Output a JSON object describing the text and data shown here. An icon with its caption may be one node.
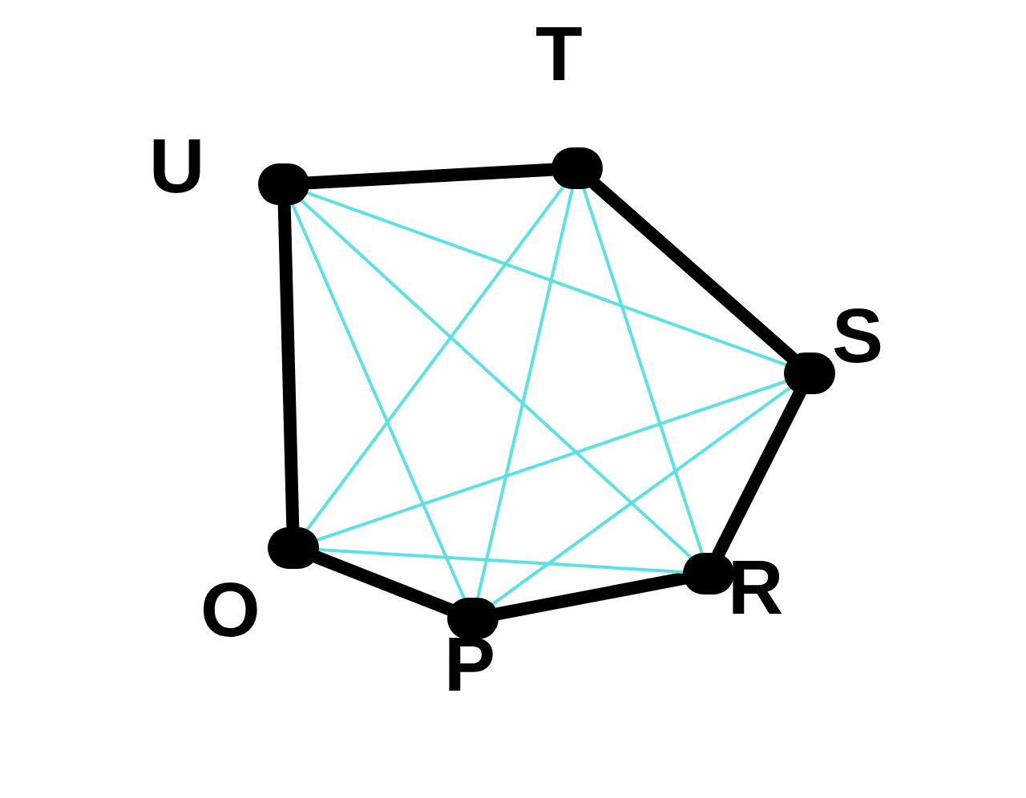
{
  "diagram": {
    "nodes": [
      {
        "text": [],
        "shape": "circle",
        "beside": [
          "U"
        ]
      },
      {
        "text": [],
        "shape": "circle",
        "beside": [
          "T"
        ]
      },
      {
        "text": [],
        "shape": "circle",
        "beside": [
          "S"
        ]
      },
      {
        "text": [],
        "shape": "circle",
        "beside": [
          "R"
        ]
      },
      {
        "text": [],
        "shape": "circle",
        "beside": [
          "P"
        ]
      },
      {
        "text": [],
        "shape": "circle",
        "beside": [
          "O"
        ]
      }
    ],
    "edges": [
      {
        "from": 0,
        "to": 1,
        "arrow": "none",
        "style": "thick",
        "color": "#000000"
      },
      {
        "from": 1,
        "to": 2,
        "arrow": "none",
        "style": "thick",
        "color": "#000000"
      },
      {
        "from": 2,
        "to": 3,
        "arrow": "none",
        "style": "thick",
        "color": "#000000"
      },
      {
        "from": 3,
        "to": 4,
        "arrow": "none",
        "style": "thick",
        "color": "#000000"
      },
      {
        "from": 4,
        "to": 5,
        "arrow": "none",
        "style": "thick",
        "color": "#000000"
      },
      {
        "from": 5,
        "to": 0,
        "arrow": "none",
        "style": "thick",
        "color": "#000000"
      },
      {
        "from": 0,
        "to": 2,
        "arrow": "none"
      },
      {
        "from": 0,
        "to": 3,
        "arrow": "none"
      },
      {
        "from": 0,
        "to": 4,
        "arrow": "none"
      },
      {
        "from": 1,
        "to": 3,
        "arrow": "none"
      },
      {
        "from": 1,
        "to": 4,
        "arrow": "none"
      },
      {
        "from": 1,
        "to": 5,
        "arrow": "none"
      },
      {
        "from": 2,
        "to": 4,
        "arrow": "none"
      },
      {
        "from": 2,
        "to": 5,
        "arrow": "none"
      },
      {
        "from": 5,
        "to": 3,
        "arrow": "none"
      }
    ]
  }
}
